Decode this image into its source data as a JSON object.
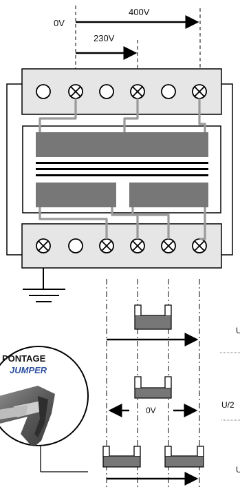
{
  "labels": {
    "zero_v_top": "0V",
    "v400": "400V",
    "v230": "230V",
    "zero_v_mid": "0V",
    "right_top_partial": "U",
    "right_mid_partial": "U/2",
    "right_bottom_partial": "U"
  },
  "jumper_badge": {
    "line1": "PONTAGE",
    "line2": "JUMPER"
  },
  "top_terminals": [
    "open",
    "cross",
    "open",
    "cross",
    "open",
    "cross"
  ],
  "bottom_terminals": [
    "cross",
    "open",
    "cross",
    "cross",
    "cross",
    "cross"
  ],
  "colors": {
    "panel": "#e6e6e6",
    "winding": "#777777",
    "wire": "#9a9a9a",
    "jumper_text": "#2d4fa0"
  }
}
